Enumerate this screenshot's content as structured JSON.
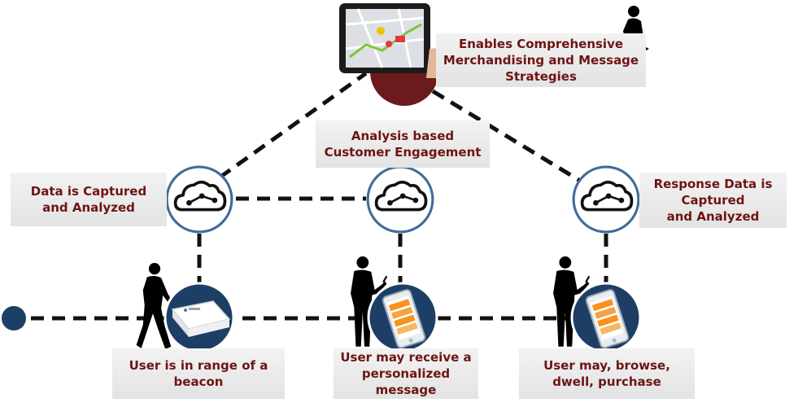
{
  "colors": {
    "label_text": "#6e1414",
    "node_blue": "#1d3f66",
    "ring_blue": "#3f6c9a",
    "accent_red": "#6b1b1b"
  },
  "labels": {
    "top": "Enables Comprehensive\nMerchandising and Message\nStrategies",
    "middle": "Analysis based\nCustomer Engagement",
    "left": "Data is Captured\nand Analyzed",
    "right": "Response Data is\nCaptured\nand Analyzed",
    "bottom_left": "User is in range of a\nbeacon",
    "bottom_mid": "User may receive a\npersonalized message",
    "bottom_right": "User may, browse,\ndwell, purchase"
  },
  "icons": {
    "cloud": "cloud-network-icon",
    "beacon": "beacon-device-icon",
    "phone": "smartphone-icon",
    "tablet": "tablet-map-icon",
    "person": "person-silhouette-icon"
  }
}
